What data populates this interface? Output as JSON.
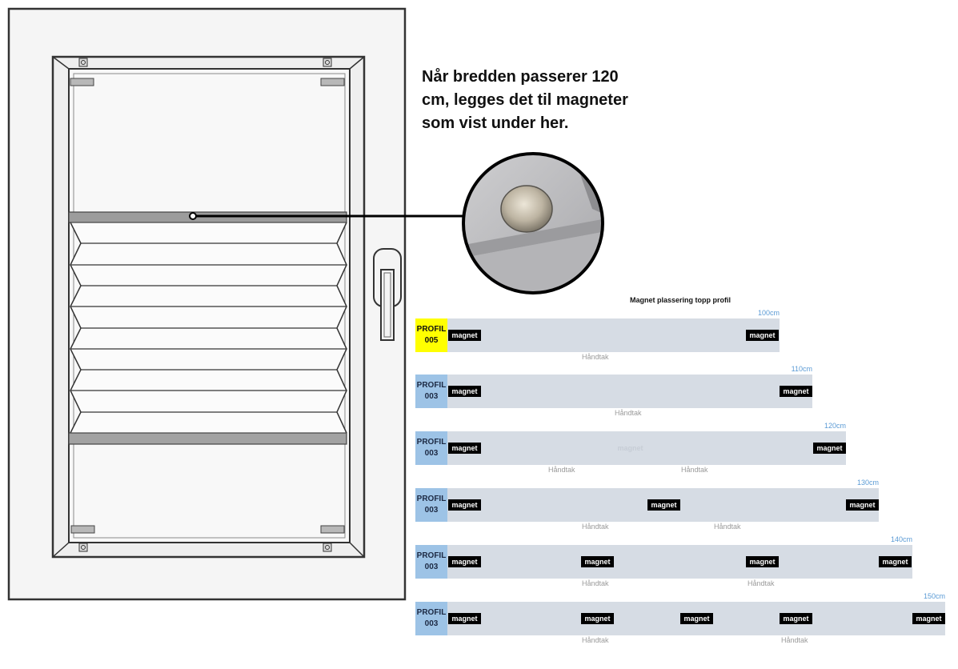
{
  "note": {
    "lines": [
      "Når bredden passerer 120",
      "cm, legges det til magneter",
      "som vist under her."
    ]
  },
  "table": {
    "title": "Magnet plassering topp profil",
    "rows": [
      {
        "profile_top": "PROFIL",
        "profile_code": "005",
        "width": "100cm",
        "magnets": [
          "magnet",
          "magnet"
        ],
        "handles": [
          "Håndtak"
        ]
      },
      {
        "profile_top": "PROFIL",
        "profile_code": "003",
        "width": "110cm",
        "magnets": [
          "magnet",
          "magnet"
        ],
        "handles": [
          "Håndtak"
        ]
      },
      {
        "profile_top": "PROFIL",
        "profile_code": "003",
        "width": "120cm",
        "magnets": [
          "magnet",
          "magnet",
          "magnet"
        ],
        "handles": [
          "Håndtak",
          "Håndtak"
        ]
      },
      {
        "profile_top": "PROFIL",
        "profile_code": "003",
        "width": "130cm",
        "magnets": [
          "magnet",
          "magnet",
          "magnet"
        ],
        "handles": [
          "Håndtak",
          "Håndtak"
        ]
      },
      {
        "profile_top": "PROFIL",
        "profile_code": "003",
        "width": "140cm",
        "magnets": [
          "magnet",
          "magnet",
          "magnet",
          "magnet"
        ],
        "handles": [
          "Håndtak",
          "Håndtak"
        ]
      },
      {
        "profile_top": "PROFIL",
        "profile_code": "003",
        "width": "150cm",
        "magnets": [
          "magnet",
          "magnet",
          "magnet",
          "magnet",
          "magnet"
        ],
        "handles": [
          "Håndtak",
          "Håndtak"
        ]
      }
    ]
  },
  "colors": {
    "profile_005": "#ffff00",
    "profile_003": "#9dc3e6",
    "bar": "#d6dce4",
    "magnet_tag": "#000000",
    "width_label": "#5b9bd5",
    "handle_label": "#9a9a9a"
  }
}
